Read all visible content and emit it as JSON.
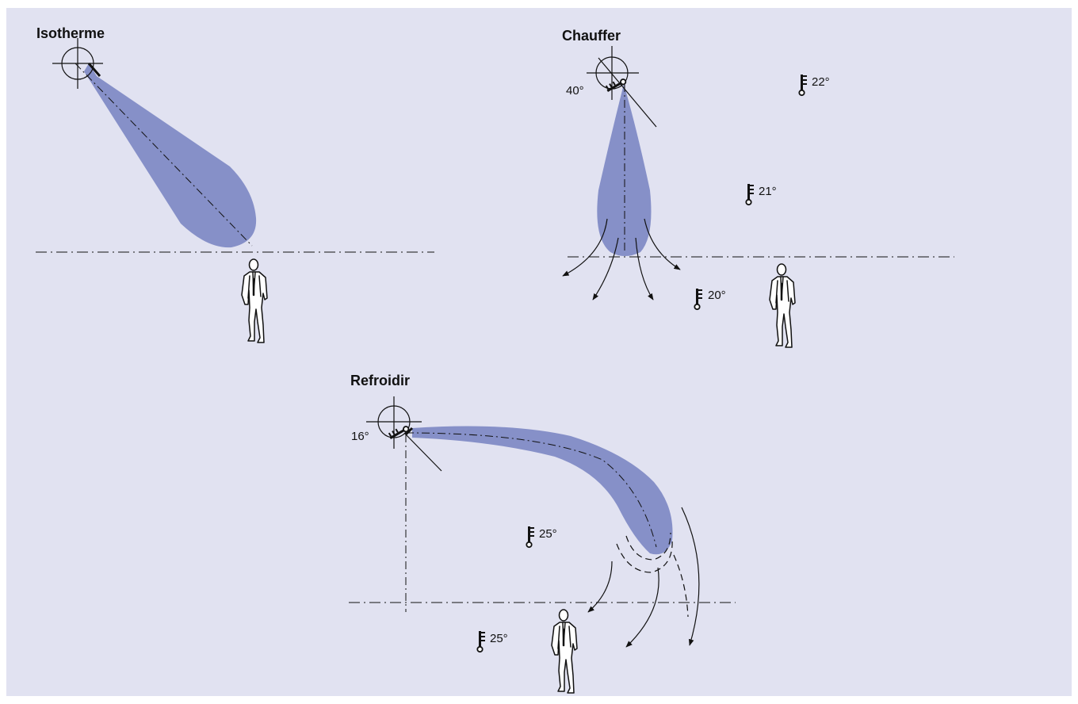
{
  "colors": {
    "background": "#e1e2f1",
    "jet": "#8690c8",
    "line": "#111111"
  },
  "icons": [
    "thermometer-icon",
    "diffuser-icon",
    "person-figure"
  ],
  "scenarios": {
    "isotherme": {
      "title": "Isotherme"
    },
    "chauffer": {
      "title": "Chauffer",
      "supply_temp": "40°",
      "temps": [
        "22°",
        "21°",
        "20°"
      ]
    },
    "refroidir": {
      "title": "Refroidir",
      "supply_temp": "16°",
      "temps": [
        "25°",
        "25°"
      ]
    }
  }
}
